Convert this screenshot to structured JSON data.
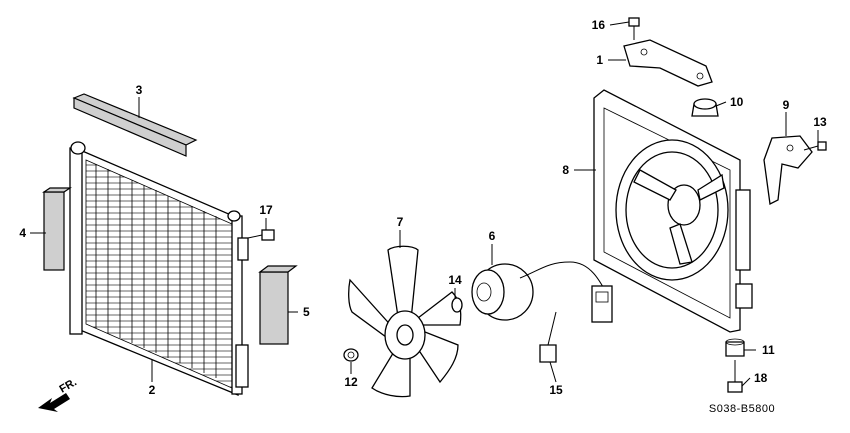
{
  "callouts": {
    "c1": "1",
    "c2": "2",
    "c3": "3",
    "c4": "4",
    "c5": "5",
    "c6": "6",
    "c7": "7",
    "c8": "8",
    "c9": "9",
    "c10": "10",
    "c11": "11",
    "c12": "12",
    "c13": "13",
    "c14": "14",
    "c15": "15",
    "c16": "16",
    "c17": "17",
    "c18": "18"
  },
  "direction_label": "FR.",
  "diagram_code": "S038-B5800"
}
